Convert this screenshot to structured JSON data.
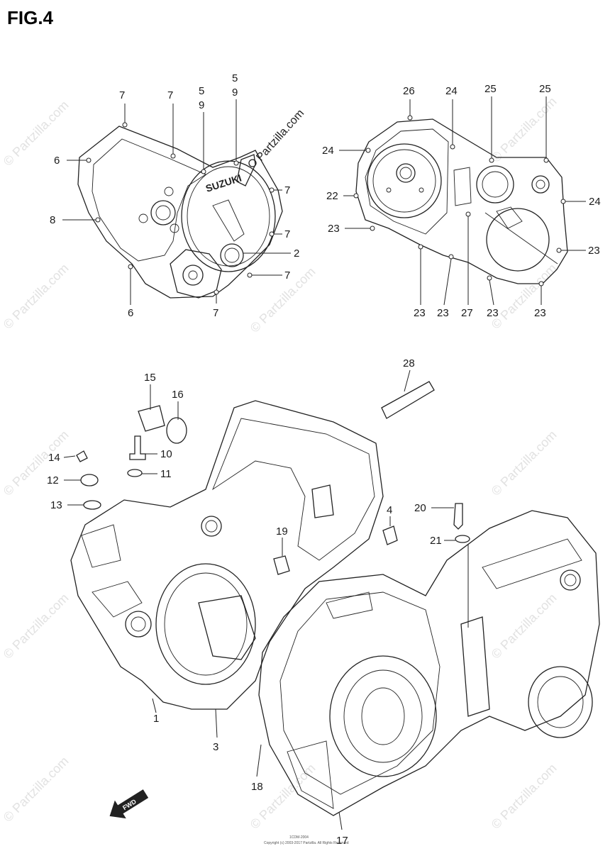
{
  "figure": {
    "title": "FIG.4"
  },
  "watermark": {
    "diagonal": "Partzilla.com",
    "repeat": "© Partzilla.com"
  },
  "cover_left": {
    "brand": "SUZUKI",
    "callouts": [
      "7",
      "7",
      "5",
      "9",
      "5",
      "9",
      "6",
      "7",
      "8",
      "7",
      "2",
      "7",
      "6",
      "7"
    ]
  },
  "cover_right": {
    "callouts": [
      "26",
      "24",
      "25",
      "25",
      "24",
      "22",
      "24",
      "23",
      "23",
      "23",
      "23",
      "27",
      "23",
      "23"
    ]
  },
  "crankcase": {
    "callouts": [
      "28",
      "15",
      "16",
      "14",
      "10",
      "12",
      "11",
      "13",
      "4",
      "20",
      "19",
      "21",
      "1",
      "3",
      "18",
      "17"
    ],
    "fwd_label": "FWD"
  },
  "footer": {
    "code": "1CDM-2004",
    "copyright": "Copyright (c) 2003-2017 Partzilla. All Rights Reserved"
  }
}
